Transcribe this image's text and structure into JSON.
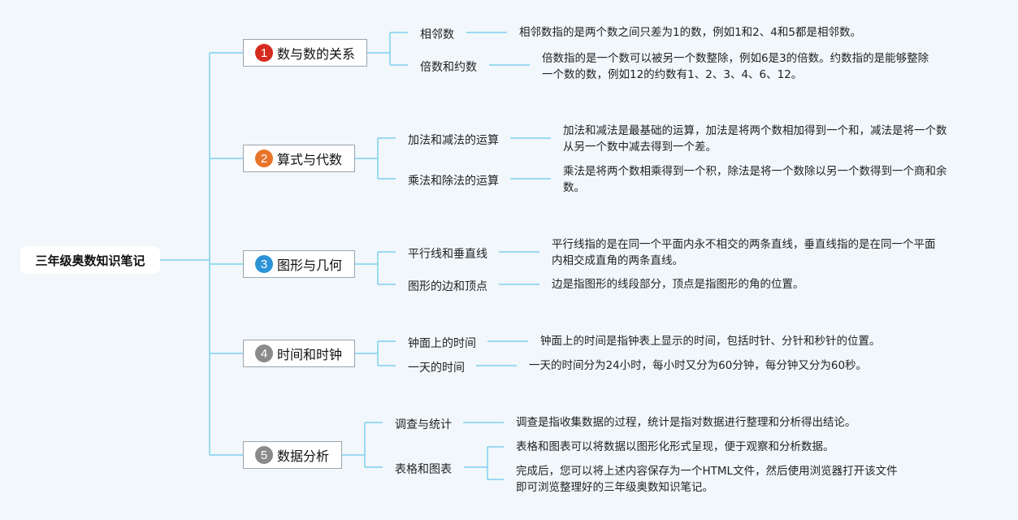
{
  "root": {
    "title": "三年级奥数知识笔记"
  },
  "colors": {
    "line": "#7fd0ee",
    "badge_red": "#d62b1f",
    "badge_orange": "#e8742a",
    "badge_blue": "#2b93d6",
    "badge_gray": "#8a8a8a"
  },
  "branches": [
    {
      "number": "1",
      "title": "数与数的关系",
      "badge_color": "#d62b1f",
      "items": [
        {
          "label": "相邻数",
          "desc": [
            "相邻数指的是两个数之间只差为1的数，例如1和2、4和5都是相邻数。"
          ]
        },
        {
          "label": "倍数和约数",
          "desc": [
            "倍数指的是一个数可以被另一个数整除，例如6是3的倍数。约数指的是能够整除",
            "一个数的数，例如12的约数有1、2、3、4、6、12。"
          ]
        }
      ]
    },
    {
      "number": "2",
      "title": "算式与代数",
      "badge_color": "#e8742a",
      "items": [
        {
          "label": "加法和减法的运算",
          "desc": [
            "加法和减法是最基础的运算，加法是将两个数相加得到一个和，减法是将一个数",
            "从另一个数中减去得到一个差。"
          ]
        },
        {
          "label": "乘法和除法的运算",
          "desc": [
            "乘法是将两个数相乘得到一个积，除法是将一个数除以另一个数得到一个商和余",
            "数。"
          ]
        }
      ]
    },
    {
      "number": "3",
      "title": "图形与几何",
      "badge_color": "#2b93d6",
      "items": [
        {
          "label": "平行线和垂直线",
          "desc": [
            "平行线指的是在同一个平面内永不相交的两条直线，垂直线指的是在同一个平面",
            "内相交成直角的两条直线。"
          ]
        },
        {
          "label": "图形的边和顶点",
          "desc": [
            "边是指图形的线段部分，顶点是指图形的角的位置。"
          ]
        }
      ]
    },
    {
      "number": "4",
      "title": "时间和时钟",
      "badge_color": "#8a8a8a",
      "items": [
        {
          "label": "钟面上的时间",
          "desc": [
            "钟面上的时间是指钟表上显示的时间，包括时针、分针和秒针的位置。"
          ]
        },
        {
          "label": "一天的时间",
          "desc": [
            "一天的时间分为24小时，每小时又分为60分钟，每分钟又分为60秒。"
          ]
        }
      ]
    },
    {
      "number": "5",
      "title": "数据分析",
      "badge_color": "#8a8a8a",
      "items": [
        {
          "label": "调查与统计",
          "desc": [
            "调查是指收集数据的过程，统计是指对数据进行整理和分析得出结论。"
          ]
        },
        {
          "label": "表格和图表",
          "desc": [
            "表格和图表可以将数据以图形化形式呈现，便于观察和分析数据。"
          ],
          "desc2": [
            "完成后，您可以将上述内容保存为一个HTML文件，然后使用浏览器打开该文件",
            "即可浏览整理好的三年级奥数知识笔记。"
          ]
        }
      ]
    }
  ]
}
